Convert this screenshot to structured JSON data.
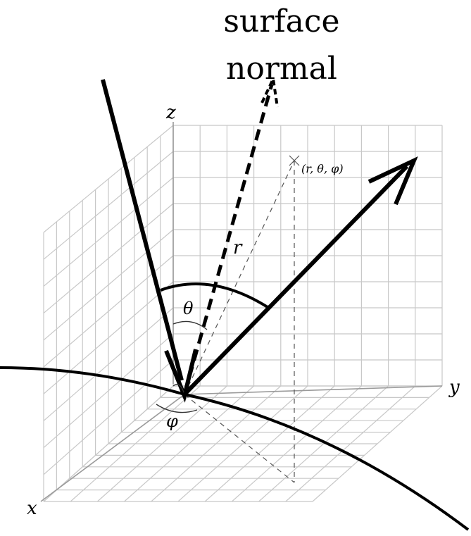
{
  "title": {
    "line1": "surface",
    "line2": "normal"
  },
  "axes": {
    "x": "x",
    "y": "y",
    "z": "z"
  },
  "labels": {
    "point": "(r, θ, φ)",
    "radius": "r",
    "theta": "θ",
    "phi": "φ"
  }
}
